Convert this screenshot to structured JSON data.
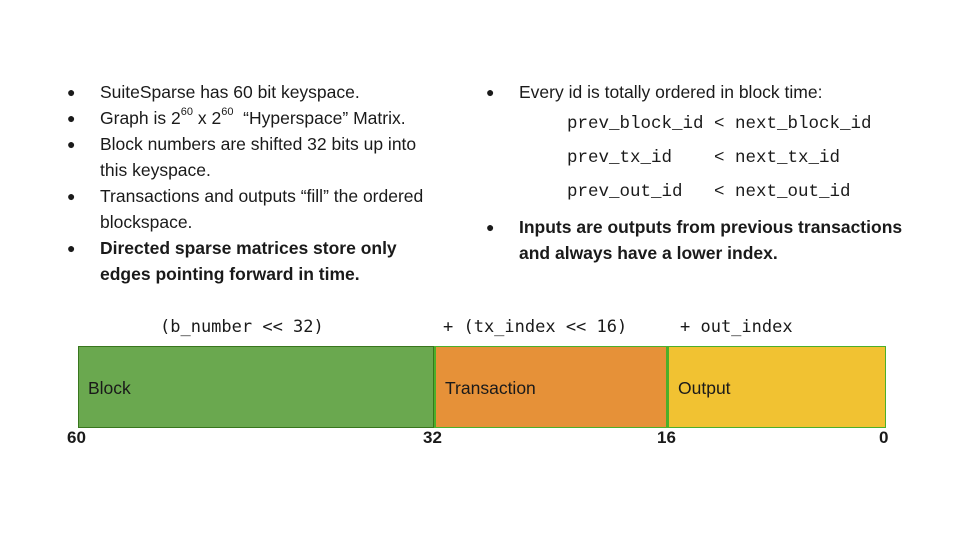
{
  "left_bullets": {
    "b1": "SuiteSparse has 60 bit keyspace.",
    "b2_pre": "Graph is 2",
    "b2_exp1": "60",
    "b2_mid": " x 2",
    "b2_exp2": "60",
    "b2_post": "  “Hyperspace” Matrix.",
    "b3": "Block numbers are shifted 32 bits up into this keyspace.",
    "b4": "Transactions and outputs “fill” the ordered blockspace.",
    "b5": "Directed sparse matrices store only edges pointing forward in time."
  },
  "right_bullets": {
    "b1": "Every id is totally ordered in block time:",
    "b2": "Inputs are outputs from previous transactions and always have a lower index."
  },
  "code_lines": [
    "prev_block_id < next_block_id",
    "prev_tx_id    < next_tx_id",
    "prev_out_id   < next_out_id"
  ],
  "formula": {
    "part1": "(b_number << 32)",
    "part2": "+ (tx_index << 16)",
    "part3": "+ out_index"
  },
  "segments": {
    "block": "Block",
    "transaction": "Transaction",
    "output": "Output"
  },
  "segment_colors": {
    "block": "#6aa84f",
    "transaction": "#e69138",
    "output": "#f1c232",
    "divider": "#4caf2a"
  },
  "bit_labels": {
    "b60": "60",
    "b32": "32",
    "b16": "16",
    "b0": "0"
  },
  "bullet_glyph": "●"
}
